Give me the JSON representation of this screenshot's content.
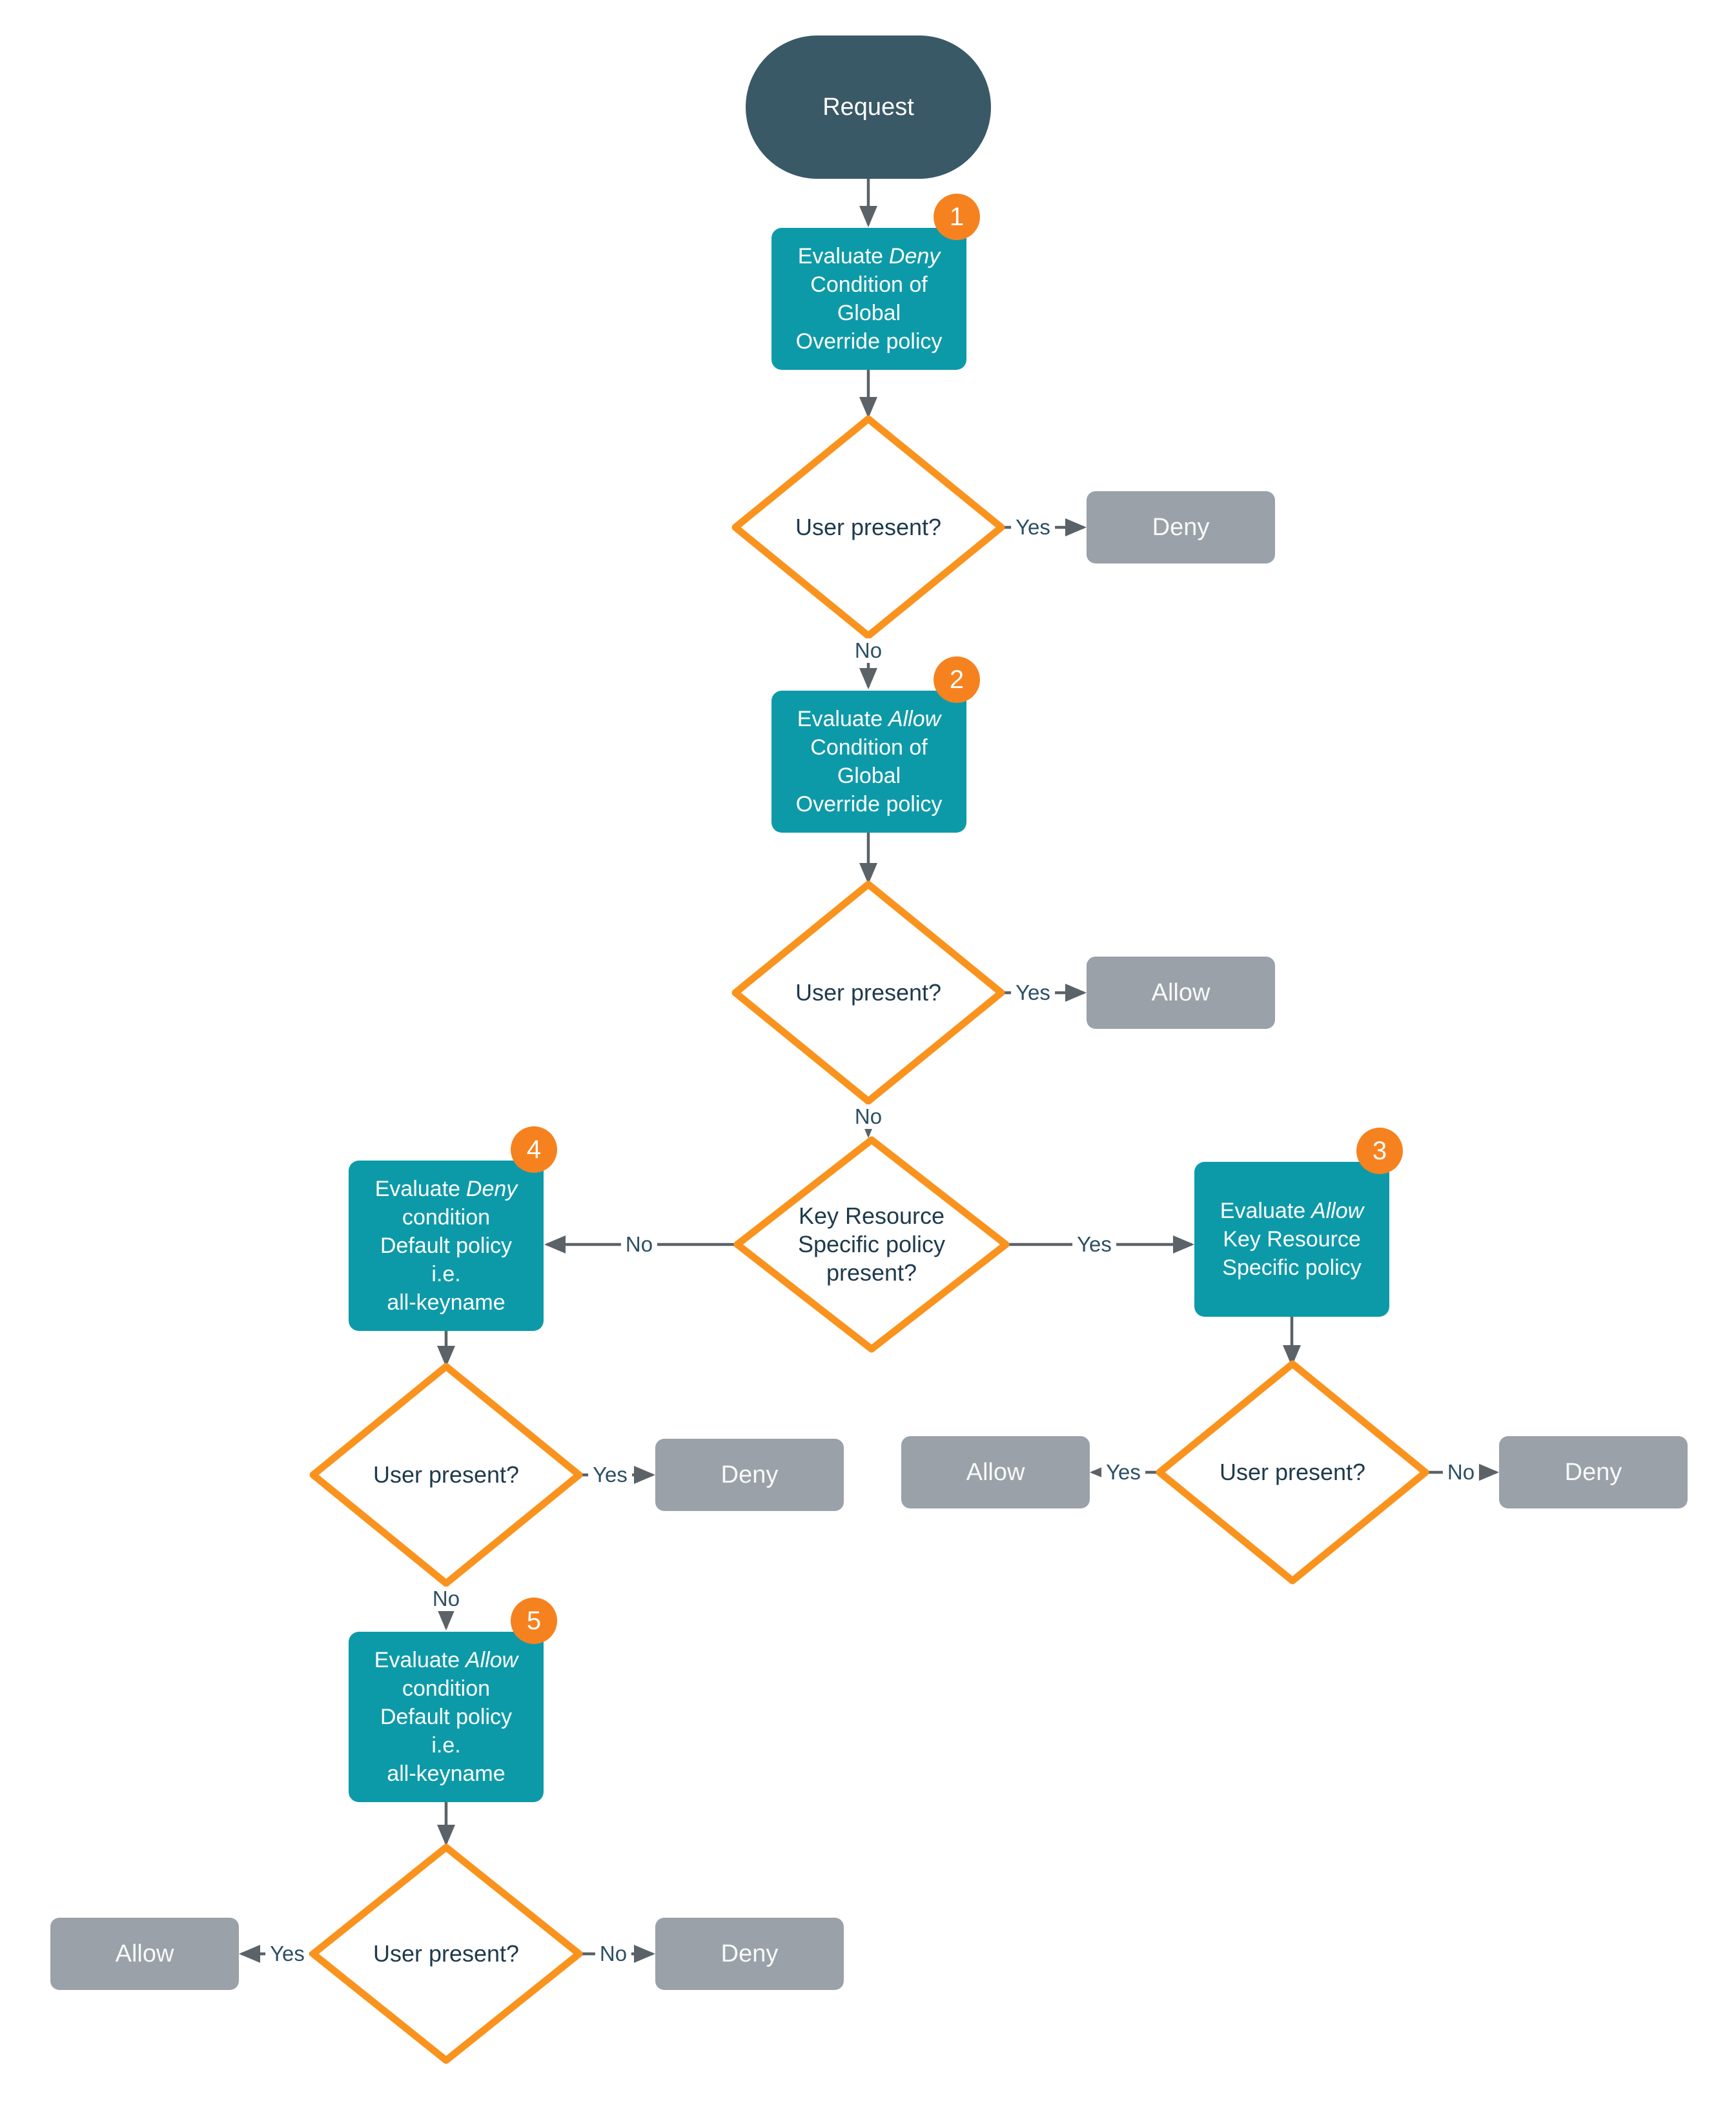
{
  "colors": {
    "start_fill": "#3A5966",
    "process_fill": "#0D9AA8",
    "terminal_fill": "#9AA1A8",
    "decision_border": "#F9931E",
    "badge_fill": "#F6821F",
    "connector": "#5B6268",
    "label_text": "#2C4F63",
    "decision_text": "#1E3A4C"
  },
  "flowchart": {
    "start": "Request",
    "steps": {
      "step1": {
        "badge": "1",
        "prefix": "Evaluate",
        "keyword": "Deny",
        "lines": [
          "Condition of",
          "Global",
          "Override policy"
        ]
      },
      "step2": {
        "badge": "2",
        "prefix": "Evaluate",
        "keyword": "Allow",
        "lines": [
          "Condition of",
          "Global",
          "Override policy"
        ]
      },
      "step3": {
        "badge": "3",
        "prefix": "Evaluate",
        "keyword": "Allow",
        "lines": [
          "Key Resource",
          "Specific policy"
        ]
      },
      "step4": {
        "badge": "4",
        "prefix": "Evaluate",
        "keyword": "Deny",
        "lines": [
          "condition",
          "Default policy",
          "i.e.",
          "all-keyname"
        ]
      },
      "step5": {
        "badge": "5",
        "prefix": "Evaluate",
        "keyword": "Allow",
        "lines": [
          "condition",
          "Default policy",
          "i.e.",
          "all-keyname"
        ]
      }
    },
    "decisions": {
      "user_present": "User present?",
      "key_resource_lines": [
        "Key Resource",
        "Specific policy",
        "present?"
      ]
    },
    "terminals": {
      "allow": "Allow",
      "deny": "Deny"
    },
    "labels": {
      "yes": "Yes",
      "no": "No"
    }
  }
}
